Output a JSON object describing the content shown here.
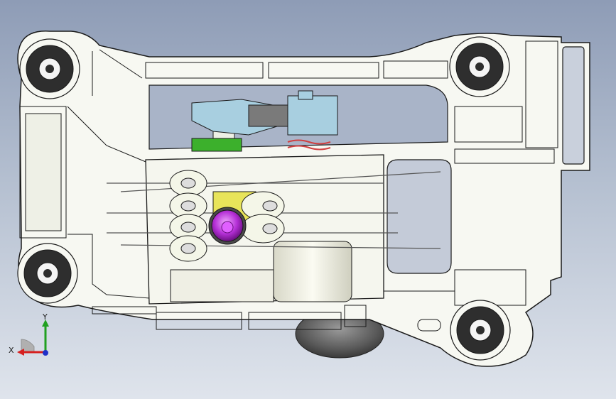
{
  "view": {
    "name": "cad-3d-viewport",
    "background_top": "#8e9cb6",
    "background_bottom": "#dfe4ec"
  },
  "model": {
    "part_fill": "#f7f8f2",
    "part_stroke": "#1a1a1a",
    "bearing_fill": "#2e2e2e",
    "purple_part": "#b42fd6",
    "green_part": "#3cb02c",
    "yellow_part": "#e8e45a",
    "blue_part": "#a8cfe0",
    "gray_part": "#6c6c6c"
  },
  "triad": {
    "x_label": "X",
    "y_label": "Y",
    "x_color": "#d62020",
    "y_color": "#20a020",
    "z_color": "#2030c8"
  }
}
